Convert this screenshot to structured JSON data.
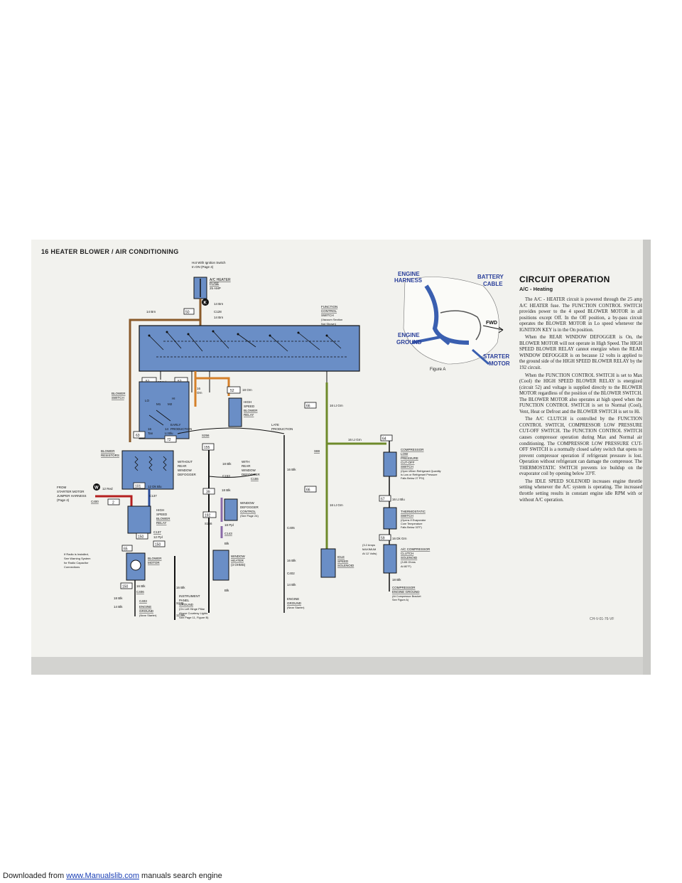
{
  "footer": {
    "prefix": "Downloaded from ",
    "link_text": "www.Manualslib.com",
    "suffix": " manuals search engine"
  },
  "page": {
    "header": "16 HEATER BLOWER / AIR CONDITIONING",
    "doc_code": "CH-V-01-76-VF"
  },
  "panel": {
    "title": "CIRCUIT OPERATION",
    "subtitle": "A/C - Heating",
    "paragraphs": [
      "The A/C - HEATER circuit is powered through the 25 amp A/C HEATER fuse. The FUNCTION CONTROL SWITCH provides power to the 4 speed BLOWER MOTOR in all positions except Off. In the Off position, a by-pass circuit operates the BLOWER MOTOR in Lo speed whenever the IGNITION KEY is in the On position.",
      "When the REAR WINDOW DEFOGGER is On, the BLOWER MOTOR will not operate in High Speed. The HIGH SPEED BLOWER RELAY cannot energize when the REAR WINDOW DEFOGGER is on because 12 volts is applied to the ground side of the HIGH SPEED BLOWER RELAY by the 192 circuit.",
      "When the FUNCTION CONTROL SWITCH is set to Max (Cool) the HIGH SPEED BLOWER RELAY is energized (circuit 52) and voltage is supplied directly to the BLOWER MOTOR regardless of the position of the BLOWER SWITCH. The BLOWER MOTOR also operates at high speed when the FUNCTION CONTROL SWITCH is set to Normal (Cool), Vent, Heat or Defrost and the BLOWER SWITCH is set to Hi.",
      "The A/C CLUTCH is controlled by the FUNCTION CONTROL SWITCH, COMPRESSOR LOW PRESSURE CUT-OFF SWITCH. The FUNCTION CONTROL SWITCH causes compressor operation during Max and Normal air conditioning. The COMPRESSOR LOW PRESSURE CUT-OFF SWITCH is a normally closed safety switch that opens to prevent compressor operation if refrigerant pressure is lost. Operation without refrigerant can damage the compressor. The THERMOSTATIC SWITCH prevents ice buildup on the evaporator coil by opening below 33°F.",
      "The IDLE SPEED SOLENOID increases engine throttle setting whenever the A/C system is operating. The increased throttle setting results in constant engine idle RPM with or without A/C operation."
    ]
  },
  "figure": {
    "caption": "Figure A",
    "labels": {
      "engine_harness_1": "ENGINE",
      "engine_harness_2": "HARNESS",
      "battery_cable_1": "BATTERY",
      "battery_cable_2": "CABLE",
      "engine_ground_1": "ENGINE",
      "engine_ground_2": "GROUND",
      "fwd": "FWD",
      "starter_motor_1": "STARTER",
      "starter_motor_2": "MOTOR"
    }
  },
  "diagram": {
    "hot_note_1": "Hot With Ignition Switch",
    "hot_note_2": "In ON (Page 4)",
    "fuse_1": "A/C HEATER",
    "fuse_2": "FUSE",
    "fuse_3": "25 AMP",
    "fuse_letter": "K",
    "w14brn": "14 Brn",
    "c128": "C128",
    "w14brn_b": "14 Brn",
    "box50": "50",
    "func_1": "FUNCTION",
    "func_2": "CONTROL",
    "func_3": "SWITCH",
    "func_4": "(Vacuum Section",
    "func_5": "Not Shown)",
    "box51": "51",
    "w16yel": "16 Yel",
    "box52a": "52",
    "w16orn": "16",
    "w16orn_b": "Orn",
    "box52b": "52",
    "w18orn": "18 Orn",
    "blower_sw_1": "BLOWER",
    "blower_sw_2": "SWITCH",
    "hsr_1": "HIGH",
    "hsr_2": "SPEED",
    "hsr_3": "BLOWER",
    "hsr_4": "RELAY",
    "early_1": "EARLY",
    "early_2": "PRODUCTION",
    "late_1": "LATE",
    "late_2": "PRODUCTION",
    "s256": "S256",
    "box155": "155",
    "box63": "63",
    "w16tan": "16",
    "w16tan_b": "Tan",
    "w14ltblu": "14",
    "w14ltblu_b": "Lt Blu",
    "box72": "72",
    "resistor_1": "BLOWER",
    "resistor_2": "RESISTORS",
    "without_1": "WITHOUT",
    "without_2": "REAR",
    "without_3": "WINDOW",
    "without_4": "DEFOGGER",
    "with_1": "WITH",
    "with_2": "REAR",
    "with_3": "WINDOW",
    "with_4": "DEFOGGER",
    "w18blk_a": "18 Blk",
    "c153": "C153",
    "c155": "C155",
    "from_1": "FROM",
    "from_2": "STARTER MOTOR",
    "from_3": "JUMPER HARNESS",
    "from_4": "(Page 4)",
    "w_letter": "W",
    "w12red": "12 Red",
    "c400": "C400",
    "box2": "2",
    "box101": "101",
    "w12dkblu": "12 Dk Blu",
    "c137": "C137",
    "hsr2_1": "HIGH",
    "hsr2_2": "SPEED",
    "hsr2_3": "BLOWER",
    "hsr2_4": "RELAY",
    "box150a": "150",
    "c137b": "C137",
    "w12ppl": "12 Ppl",
    "box150b": "150",
    "box65": "65",
    "radio_1": "If Radio is Installed,",
    "radio_2": "See Warning System",
    "radio_3": "for Radio Capacitor",
    "radio_4": "Connections",
    "motor_1": "BLOWER",
    "motor_2": "MOTOR",
    "box150c": "150",
    "w16blk_a": "16 Blk",
    "c406": "C406",
    "w18blk_b": "18 Blk",
    "c403": "C403",
    "w14blk": "14 Blk",
    "eng_gnd_1": "ENGINE",
    "eng_gnd_2": "GROUND",
    "eng_gnd_3": "(Near Starter)",
    "w16blk_b": "16 Blk",
    "s235": "S235",
    "w12blk": "12 Blk",
    "box39": "39",
    "box192": "192",
    "w18ppl": "18 Ppl",
    "s156": "S156",
    "w18ppl_b": "18 Ppl",
    "see24": "(See Page 24)",
    "c143": "C143",
    "w_blk": "Blk",
    "wdc_1": "WINDOW",
    "wdc_2": "DEFOGGER",
    "wdc_3": "CONTROL",
    "grid_1": "WINDOW",
    "grid_2": "HEATER",
    "grid_3": "(3 OHMS)",
    "w_blk2": "Blk",
    "ip_1": "INSTRUMENT",
    "ip_2": "PANEL",
    "ip_3": "GROUND",
    "ip_4": "(On Left Hinge Pillar",
    "ip_5": "Above Courtesy Lights",
    "ip_6": "See Page 11, Figure B)",
    "box66a": "66",
    "w16ltgrn_a": "16 Lt Grn",
    "s88": "S88",
    "w16ltgrn_b": "16 Lt Grn",
    "box66b": "66",
    "box66c": "66",
    "w16blk_c": "16 Blk",
    "w16ltgrn_c": "16 Lt Grn",
    "c405": "C405",
    "w16blk_d": "16 Blk",
    "c402": "C402",
    "w14blk_b": "14 Blk",
    "eng2_1": "ENGINE",
    "eng2_2": "GROUND",
    "eng2_3": "(Near Starter)",
    "idle_1": "IDLE",
    "idle_2": "SPEED",
    "idle_3": "SOLENOID",
    "amps_1": "(3.2 Amps",
    "amps_2": "MAXIMUM",
    "amps_3": "At 12 Volts)",
    "comp_sw_1": "COMPRESSOR",
    "comp_sw_2": "LOW",
    "comp_sw_3": "PRESSURE",
    "comp_sw_4": "CUT-OFF",
    "comp_sw_5": "SWITCH",
    "comp_sw_6": "(Open When Refrigerant Quantity",
    "comp_sw_7": "Is Low or Refrigerant Pressure",
    "comp_sw_8": "Falls Below 27 PSI)",
    "box67": "67",
    "w16ltblu2": "16 Lt Blu",
    "thermo_1": "THERMOSTATIC",
    "thermo_2": "SWITCH",
    "thermo_3": "(Opens If Evaporator",
    "thermo_4": "Core Temperature",
    "thermo_5": "Falls Below 33°F)",
    "box59": "59",
    "w16dkgrn": "16 Dk Grn",
    "clutch_1": "A/C COMPRESSOR",
    "clutch_2": "CLUTCH",
    "clutch_3": "SOLENOID",
    "clutch_4": "(3.85 Ohms",
    "clutch_5": "At 80°F)",
    "w18blk_c": "18 Blk",
    "cg_1": "COMPRESSOR",
    "cg_2": "ENGINE GROUND",
    "cg_3": "(At Compressor Bracket",
    "cg_4": "See Figure A)",
    "box64": "64",
    "blo_sw_lo": "LO",
    "blo_sw_m1": "M1",
    "blo_sw_m2": "M2",
    "blo_sw_hi": "HI"
  }
}
